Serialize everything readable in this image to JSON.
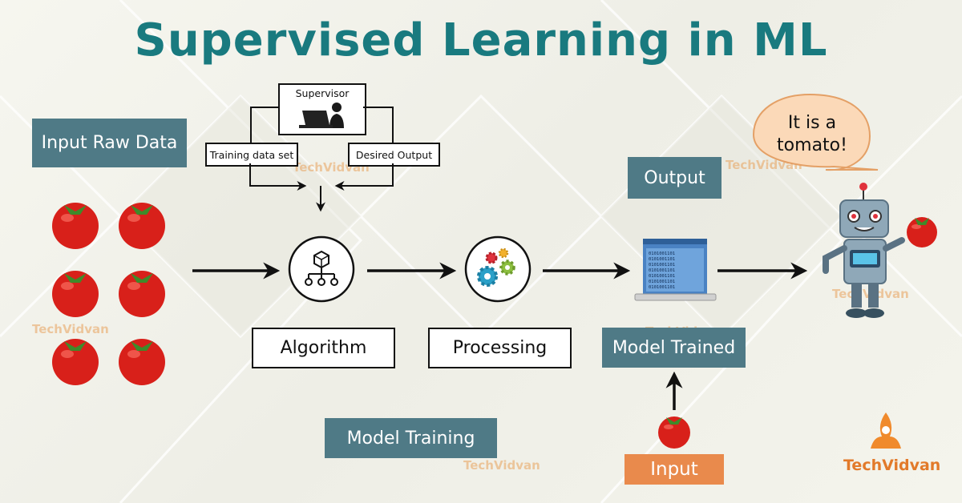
{
  "title": "Supervised Learning in ML",
  "labels": {
    "input_raw_data": "Input Raw Data",
    "supervisor": "Supervisor",
    "training_data_set": "Training data set",
    "desired_output": "Desired Output",
    "algorithm": "Algorithm",
    "processing": "Processing",
    "output": "Output",
    "model_trained": "Model Trained",
    "model_training": "Model Training",
    "input": "Input",
    "speech_line1": "It is a",
    "speech_line2": "tomato!"
  },
  "brand": "TechVidvan",
  "watermarks": [
    "TechVidvan",
    "TechVidvan",
    "TechVidvan",
    "TechVidvan",
    "TechVidvan",
    "TechVidvan"
  ],
  "binary_text": "0101001101",
  "colors": {
    "title": "#197a7f",
    "teal_box": "#4f7a86",
    "orange_box": "#e98a4c",
    "tomato": "#d8201a",
    "brand": "#e27a2a"
  },
  "icons": [
    "tomato-icon",
    "supervisor-laptop-icon",
    "algorithm-tree-icon",
    "gears-icon",
    "laptop-binary-icon",
    "robot-icon",
    "speech-bubble-icon",
    "techvidvan-logo-icon"
  ]
}
